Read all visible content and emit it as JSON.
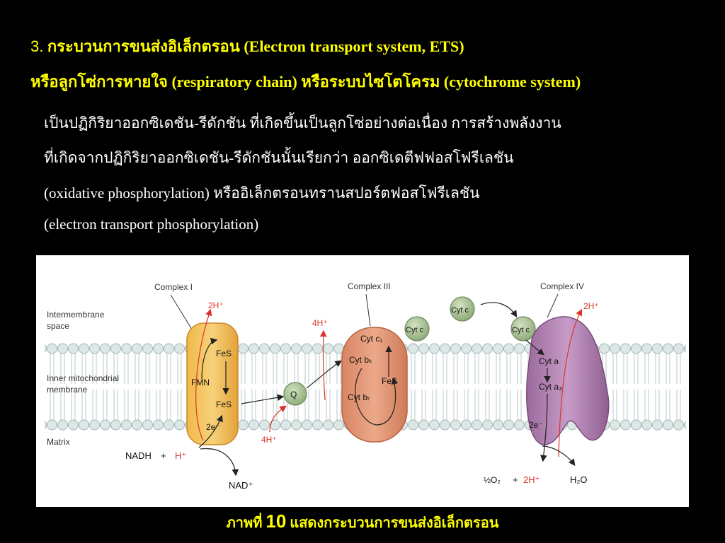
{
  "title": {
    "line1_number": "3.",
    "line1_thai": "กระบวนการขนส่งอิเล็กตรอน",
    "line1_en": "(Electron transport system, ETS)",
    "line2_thai_a": "หรือลูกโซ่การหายใจ",
    "line2_en_a": "(respiratory chain)",
    "line2_thai_b": "หรือระบบไซโตโครม",
    "line2_en_b": "(cytochrome system)"
  },
  "body": {
    "line1": "เป็นปฏิกิริยาออกซิเดชัน-รีดักชัน ที่เกิดขึ้นเป็นลูกโซ่อย่างต่อเนื่อง การสร้างพลังงาน",
    "line2": "ที่เกิดจากปฏิกิริยาออกซิเดชัน-รีดักชันนั้นเรียกว่า ออกซิเดตีฟฟอสโฟรีเลชัน",
    "line3": "(oxidative phosphorylation) หรืออิเล็กตรอนทรานสปอร์ตฟอสโฟรีเลชัน",
    "line4": "(electron transport phosphorylation)"
  },
  "diagram": {
    "region_intermembrane_1": "Intermembrane",
    "region_intermembrane_2": "space",
    "region_membrane_1": "Inner mitochondrial",
    "region_membrane_2": "membrane",
    "region_matrix": "Matrix",
    "complex1": "Complex I",
    "complex3": "Complex III",
    "complex4": "Complex IV",
    "c1_fes_top": "FeS",
    "c1_fmn": "FMN",
    "c1_fes_bottom": "FeS",
    "c1_2e": "2e⁻",
    "c1_2h": "2H⁺",
    "q": "Q",
    "h4_top": "4H⁺",
    "h4_bottom": "4H⁺",
    "c3_cytc1": "Cyt c₁",
    "c3_cytbk": "Cyt bₖ",
    "c3_fes": "FeS",
    "c3_cytbt": "Cyt bₜ",
    "cytc_a": "Cyt c",
    "cytc_b": "Cyt c",
    "cytc_c": "Cyt c",
    "c4_cyta": "Cyt a",
    "c4_cyta3": "Cyt a₃",
    "c4_2e": "2e⁻",
    "c4_2h": "2H⁺",
    "nadh": "NADH",
    "plus1": "+",
    "h_plus": "H⁺",
    "nad": "NAD⁺",
    "half_o2": "½O₂",
    "plus2": "+",
    "two_h": "2H⁺",
    "h2o": "H₂O"
  },
  "caption": {
    "prefix": "ภาพที่",
    "number": "10",
    "text": "แสดงกระบวนการขนส่งอิเล็กตรอน"
  }
}
